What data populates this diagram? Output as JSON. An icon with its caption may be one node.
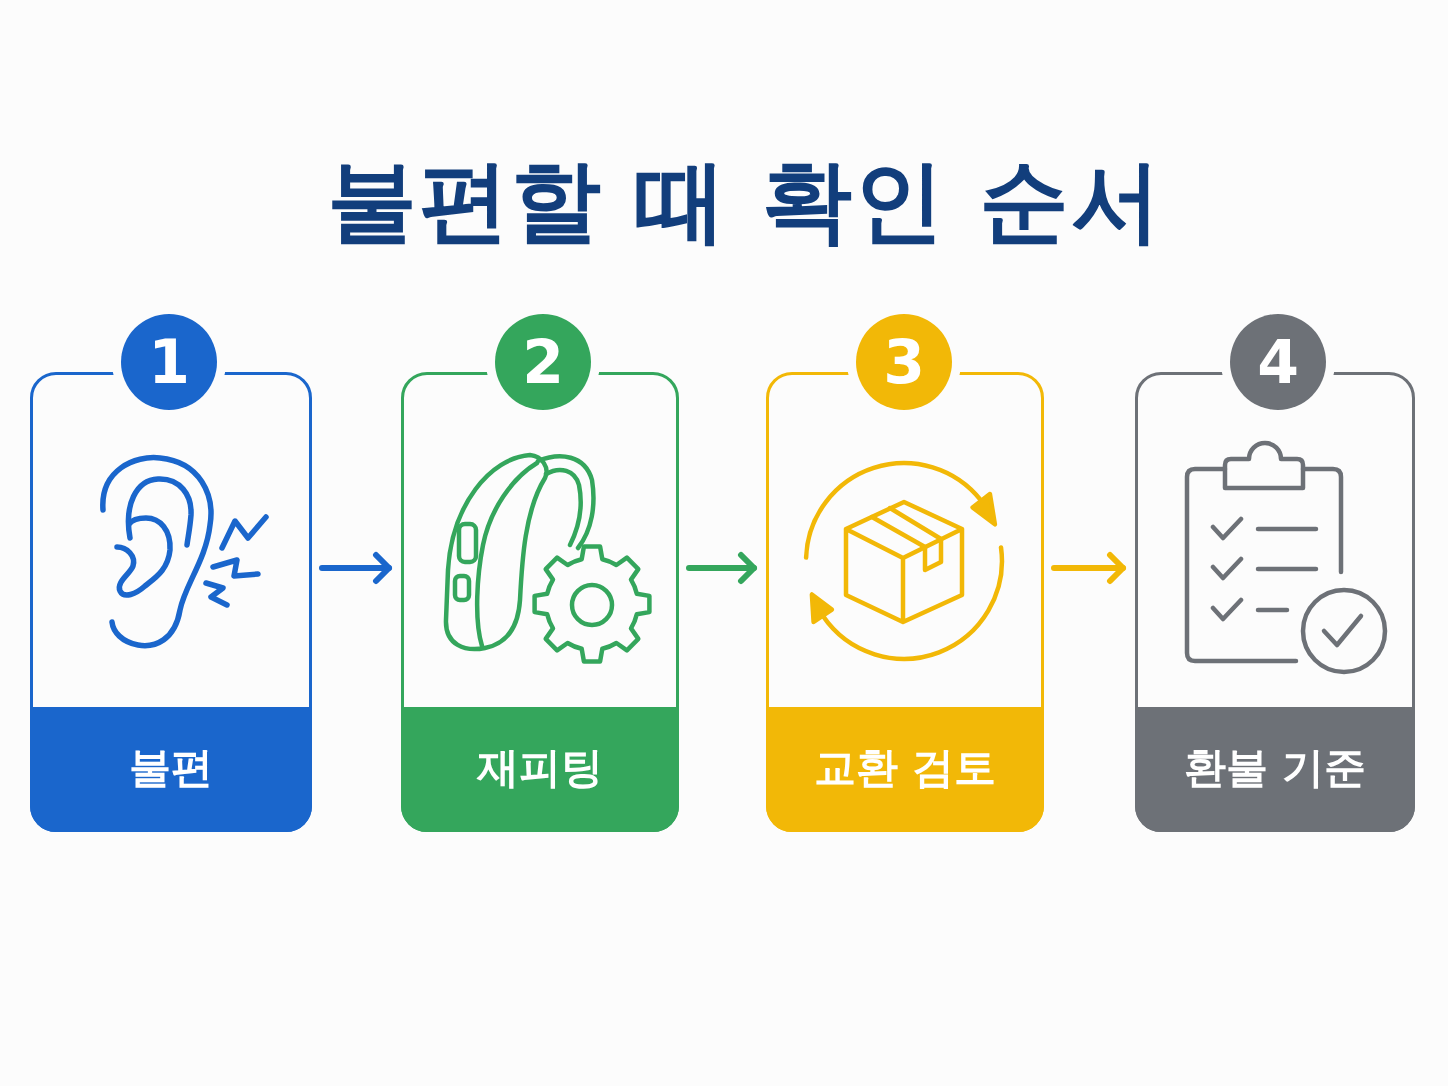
{
  "diagram": {
    "title": "불편할 때 확인 순서",
    "nodes": [
      {
        "text": [
          "1",
          "불편"
        ]
      },
      {
        "text": [
          "2",
          "재피팅"
        ]
      },
      {
        "text": [
          "3",
          "교환 검토"
        ]
      },
      {
        "text": [
          "4",
          "환불 기준"
        ]
      }
    ],
    "edges": [
      {
        "from": 0,
        "to": 1,
        "arrow": "to",
        "color": "#1a66cc"
      },
      {
        "from": 1,
        "to": 2,
        "arrow": "to",
        "color": "#34a65c"
      },
      {
        "from": 2,
        "to": 3,
        "arrow": "to",
        "color": "#f2b807"
      }
    ]
  }
}
